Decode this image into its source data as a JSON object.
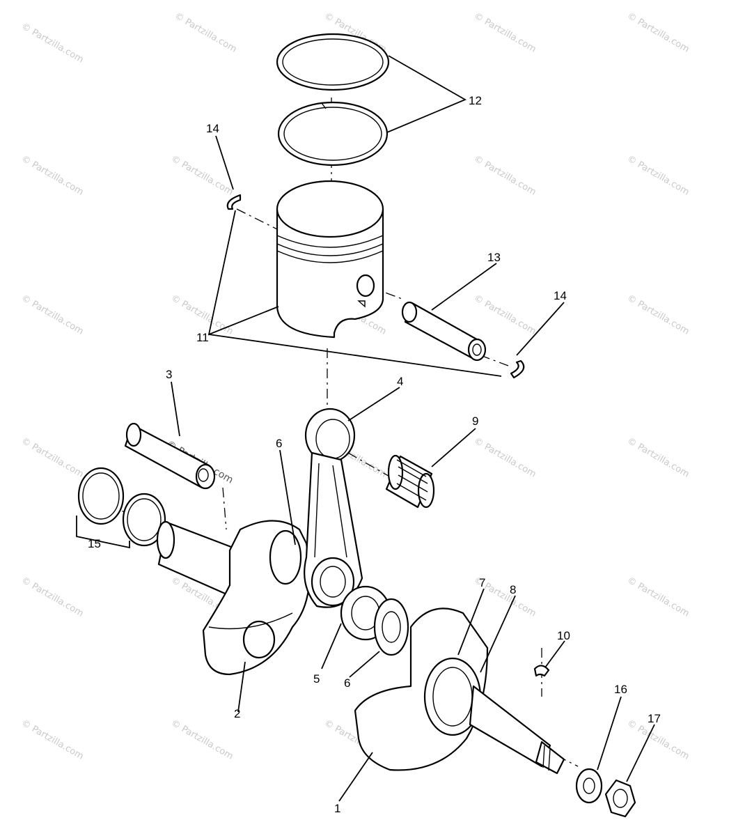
{
  "diagram": {
    "watermark_text": "© Partzilla.com",
    "callouts": [
      "12",
      "14",
      "13",
      "14",
      "11",
      "3",
      "4",
      "9",
      "6",
      "15",
      "7",
      "8",
      "10",
      "5",
      "6",
      "2",
      "16",
      "17",
      "1"
    ]
  },
  "colors": {
    "line": "#000000",
    "background": "#ffffff",
    "watermark": "#c9c9c9"
  }
}
